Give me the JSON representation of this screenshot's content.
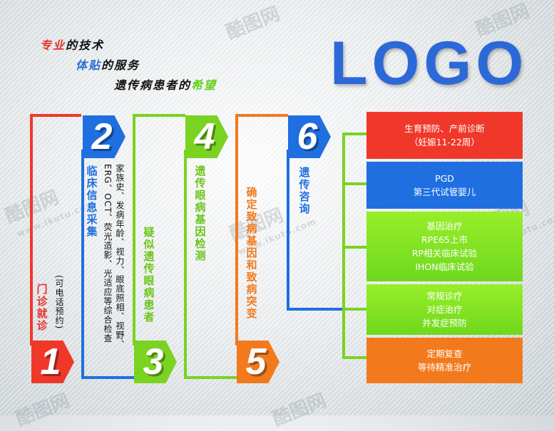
{
  "taglines": [
    {
      "parts": [
        {
          "text": "专业",
          "color": "#e8302a"
        },
        {
          "text": "的技术",
          "color": "#111111"
        }
      ]
    },
    {
      "parts": [
        {
          "text": "体贴",
          "color": "#2e6fd8"
        },
        {
          "text": "的服务",
          "color": "#111111"
        }
      ]
    },
    {
      "parts": [
        {
          "text": "遗传病患者的",
          "color": "#111111"
        },
        {
          "text": "希望",
          "color": "#5fd11a"
        }
      ]
    }
  ],
  "logo": "LOGO",
  "steps": [
    {
      "number": "1",
      "color": "#f0382a",
      "title": "门诊就诊",
      "note": "(可电话预约)"
    },
    {
      "number": "2",
      "color": "#1f6fe0",
      "title": "临床信息采集",
      "details": [
        "家族史、发病年龄、视力、眼底照相、视野、",
        "ERG、OCT、荧光造影、光适应等综合检查"
      ]
    },
    {
      "number": "3",
      "color": "#7ad320",
      "title": "疑似遗传眼病患者"
    },
    {
      "number": "4",
      "color": "#7ad320",
      "title": "遗传眼病基因检测"
    },
    {
      "number": "5",
      "color": "#f27a1d",
      "title": "确定致病基因和致病突变"
    },
    {
      "number": "6",
      "color": "#1f6fe0",
      "title": "遗传咨询"
    }
  ],
  "outcomes": [
    {
      "lines": [
        "生育预防、产前诊断",
        "（妊娠11-22周）"
      ],
      "style": "red"
    },
    {
      "lines": [
        "PGD",
        "第三代试管婴儿"
      ],
      "style": "blue"
    },
    {
      "lines": [
        "基因治疗",
        "RPE65上市",
        "RP相关临床试验",
        "IHON临床试验"
      ],
      "style": "green"
    },
    {
      "lines": [
        "常规诊疗",
        "对症治疗",
        "并发症预防"
      ],
      "style": "green"
    },
    {
      "lines": [
        "定期复查",
        "等待精准治疗"
      ],
      "style": "orange"
    }
  ],
  "watermark": {
    "brand": "酷图网",
    "url": "www.ikutu.com"
  }
}
